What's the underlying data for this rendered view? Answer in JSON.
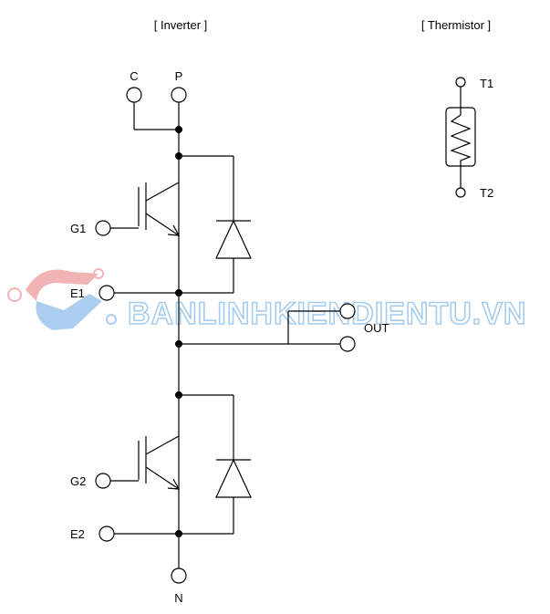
{
  "titles": {
    "inverter": "[ Inverter ]",
    "thermistor": "[ Thermistor ]"
  },
  "labels": {
    "c": "C",
    "p": "P",
    "g1": "G1",
    "e1": "E1",
    "out": "OUT",
    "g2": "G2",
    "e2": "E2",
    "n": "N",
    "t1": "T1",
    "t2": "T2"
  },
  "watermark": "BANLINHKIENDIENTU.VN",
  "colors": {
    "line": "#000000",
    "watermark_blue": "#3a8fd8",
    "watermark_red": "#e46a6a"
  }
}
